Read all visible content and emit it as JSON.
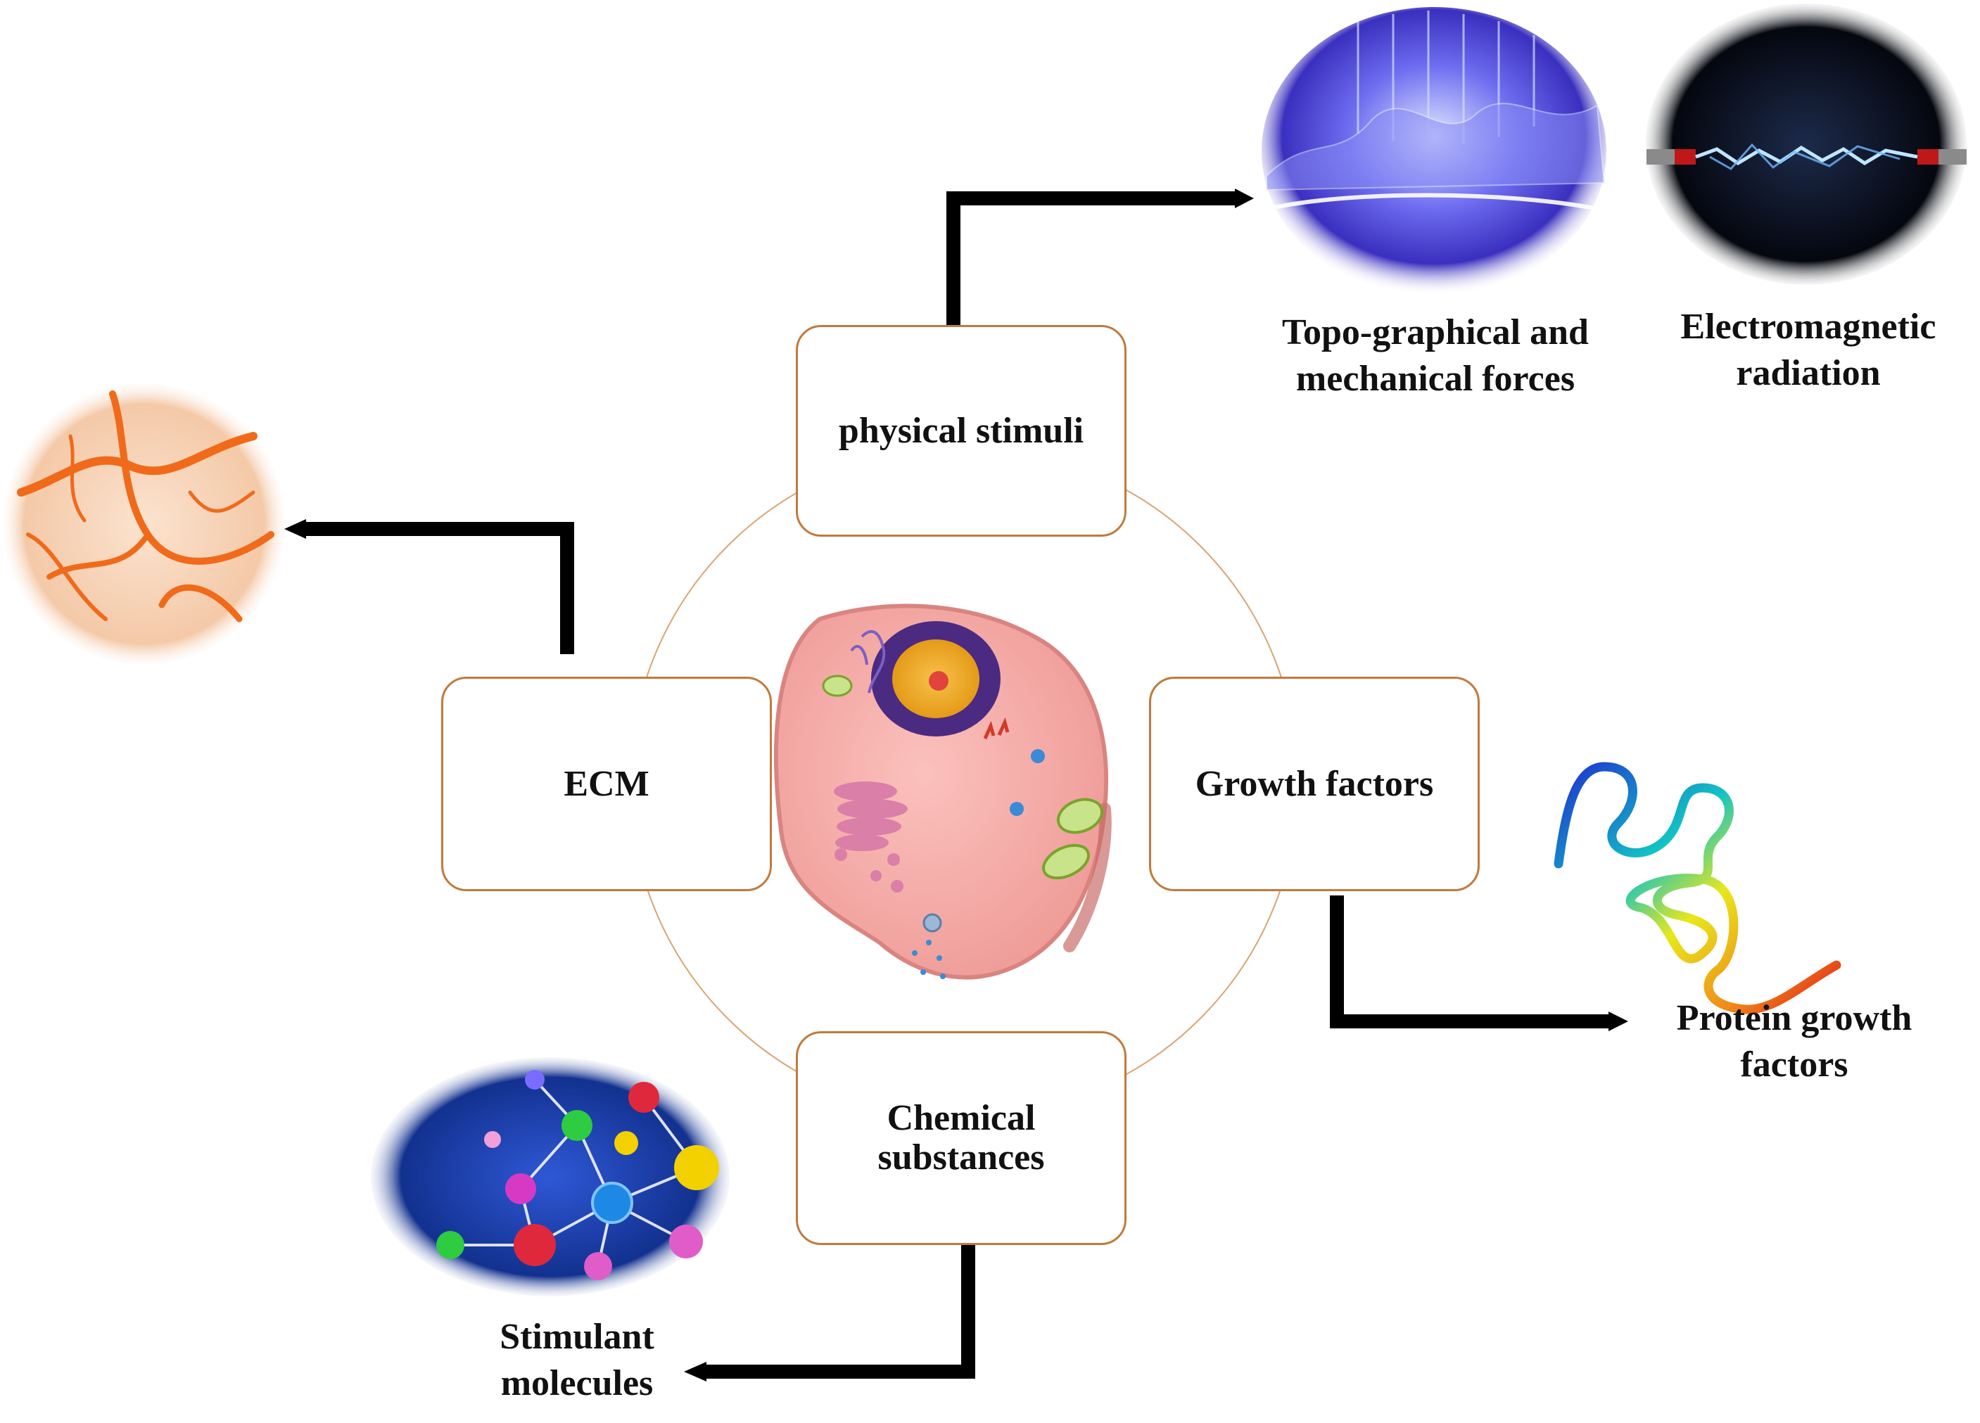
{
  "factors": {
    "physical": {
      "label": "physical stimuli"
    },
    "ecm": {
      "label": "ECM"
    },
    "growth": {
      "label": "Growth factors"
    },
    "chemical": {
      "label_line1": "Chemical",
      "label_line2": "substances"
    }
  },
  "examples": {
    "topographical": {
      "line1": "Topo-graphical and",
      "line2": "mechanical forces",
      "icon": "mesh-landscape-icon"
    },
    "electromagnetic": {
      "line1": "Electromagnetic",
      "line2": "radiation",
      "icon": "electric-arc-icon"
    },
    "protein": {
      "line1": "Protein growth",
      "line2": "factors",
      "icon": "protein-ribbon-icon"
    },
    "stimulant": {
      "line1": "Stimulant",
      "line2": "molecules",
      "icon": "molecule-network-icon"
    },
    "ecm_image": {
      "icon": "ecm-fiber-network-icon"
    }
  },
  "center": {
    "icon": "cell-icon"
  },
  "colors": {
    "box_border": "#c07a3e",
    "ring": "#d9a574",
    "arrow": "#000000",
    "cell": "#f5a0a0"
  }
}
